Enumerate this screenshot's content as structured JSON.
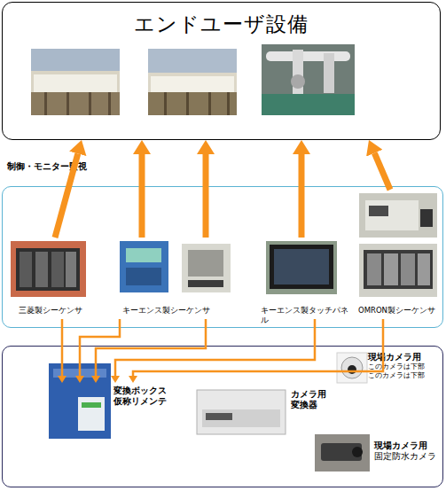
{
  "diagram": {
    "nodes": [
      {
        "text": [
          "エンドユーザ設備"
        ]
      },
      {
        "text": []
      },
      {
        "text": [
          "三菱製シーケンサ"
        ],
        "in": 1
      },
      {
        "text": [
          "キーエンス製シーケンサ"
        ],
        "in": 1
      },
      {
        "text": [
          "キーエンス製タッチパネル"
        ],
        "in": 1
      },
      {
        "text": [
          "OMRON製シーケンサ"
        ],
        "in": 1
      },
      {
        "text": []
      },
      {
        "text": [
          "変換ボックス 仮称リメンテ"
        ],
        "in": 6
      },
      {
        "text": [
          "カメラ用 変換器"
        ],
        "in": 6
      },
      {
        "text": [
          "現場カメラ用",
          "このカメラは下部",
          "このカメラは下部"
        ],
        "in": 6
      },
      {
        "text": [
          "現場カメラ用",
          "固定防水カメラ"
        ],
        "in": 6
      }
    ],
    "edges": [
      {
        "from": 2,
        "to": 0,
        "arrow": "to"
      },
      {
        "from": 3,
        "to": 0,
        "arrow": "to"
      },
      {
        "from": 3,
        "to": 0,
        "arrow": "to"
      },
      {
        "from": 4,
        "to": 0,
        "arrow": "to"
      },
      {
        "from": 5,
        "to": 0,
        "arrow": "to"
      },
      {
        "from": 2,
        "to": 7,
        "arrow": "to"
      },
      {
        "from": 3,
        "to": 7,
        "arrow": "to"
      },
      {
        "from": 3,
        "to": 7,
        "arrow": "to"
      },
      {
        "from": 4,
        "to": 7,
        "arrow": "to"
      },
      {
        "from": 5,
        "to": 7,
        "arrow": "to"
      }
    ],
    "labels": [
      "制御・モニター監視"
    ]
  }
}
